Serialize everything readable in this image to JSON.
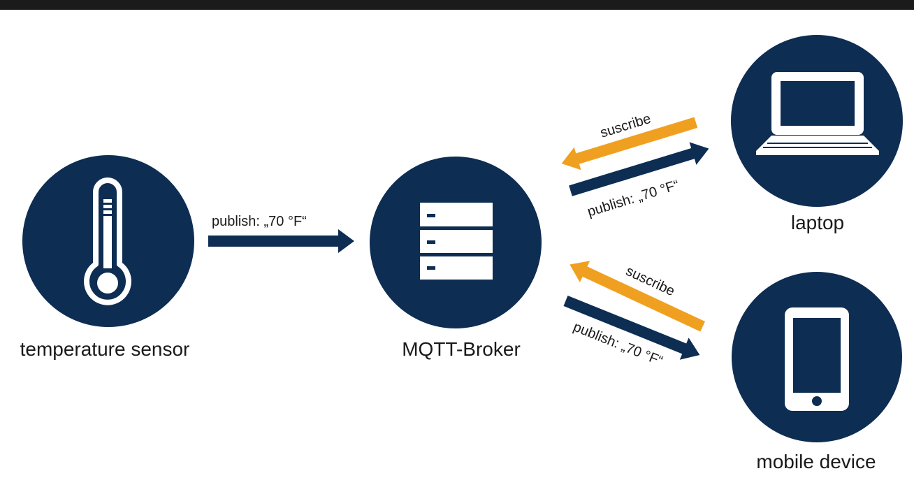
{
  "nodes": {
    "sensor": {
      "label": "temperature sensor"
    },
    "broker": {
      "label": "MQTT-Broker"
    },
    "laptop": {
      "label": "laptop"
    },
    "mobile": {
      "label": "mobile device"
    }
  },
  "edges": {
    "sensor_publish": {
      "label": "publish: „70 °F“"
    },
    "laptop_subscribe": {
      "label": "suscribe"
    },
    "laptop_publish": {
      "label": "publish: „70 °F“"
    },
    "mobile_subscribe": {
      "label": "suscribe"
    },
    "mobile_publish": {
      "label": "publish: „70 °F“"
    }
  },
  "colors": {
    "navy": "#0d2d52",
    "orange": "#f0a020",
    "white": "#ffffff",
    "top_bar": "#1b1b1b"
  }
}
